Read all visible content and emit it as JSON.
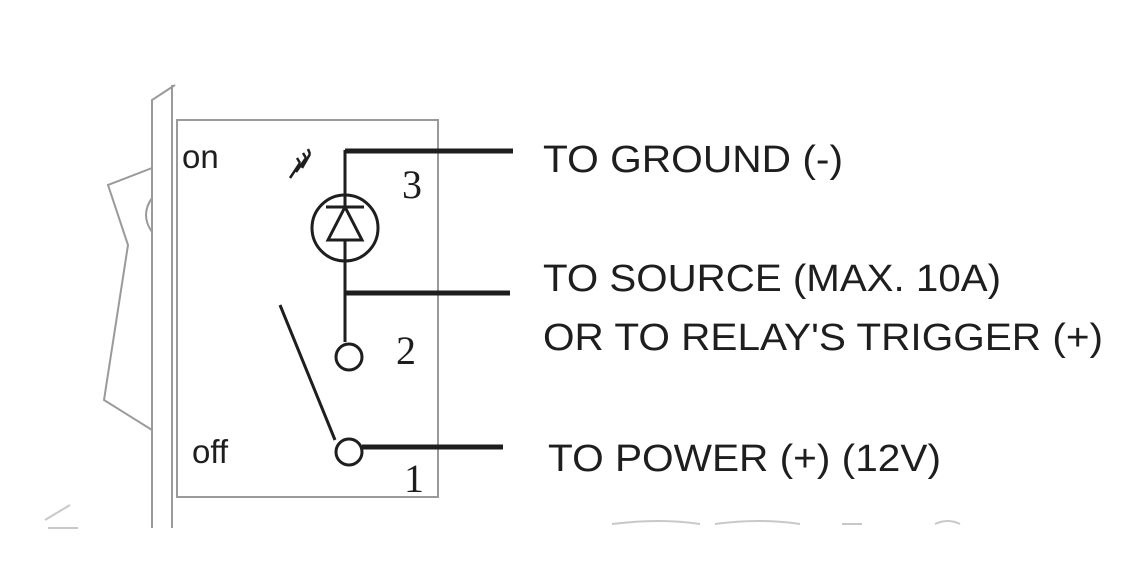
{
  "switch": {
    "on_label": "on",
    "off_label": "off"
  },
  "pins": {
    "pin1": "1",
    "pin2": "2",
    "pin3": "3"
  },
  "connections": {
    "ground": "TO GROUND (-)",
    "source_line1": "TO SOURCE (MAX. 10A)",
    "source_line2": "OR TO RELAY'S TRIGGER (+)",
    "power": "TO POWER (+) (12V)"
  },
  "colors": {
    "ink": "#1e1e1e",
    "faint": "#9a9a9a",
    "background": "#ffffff"
  }
}
